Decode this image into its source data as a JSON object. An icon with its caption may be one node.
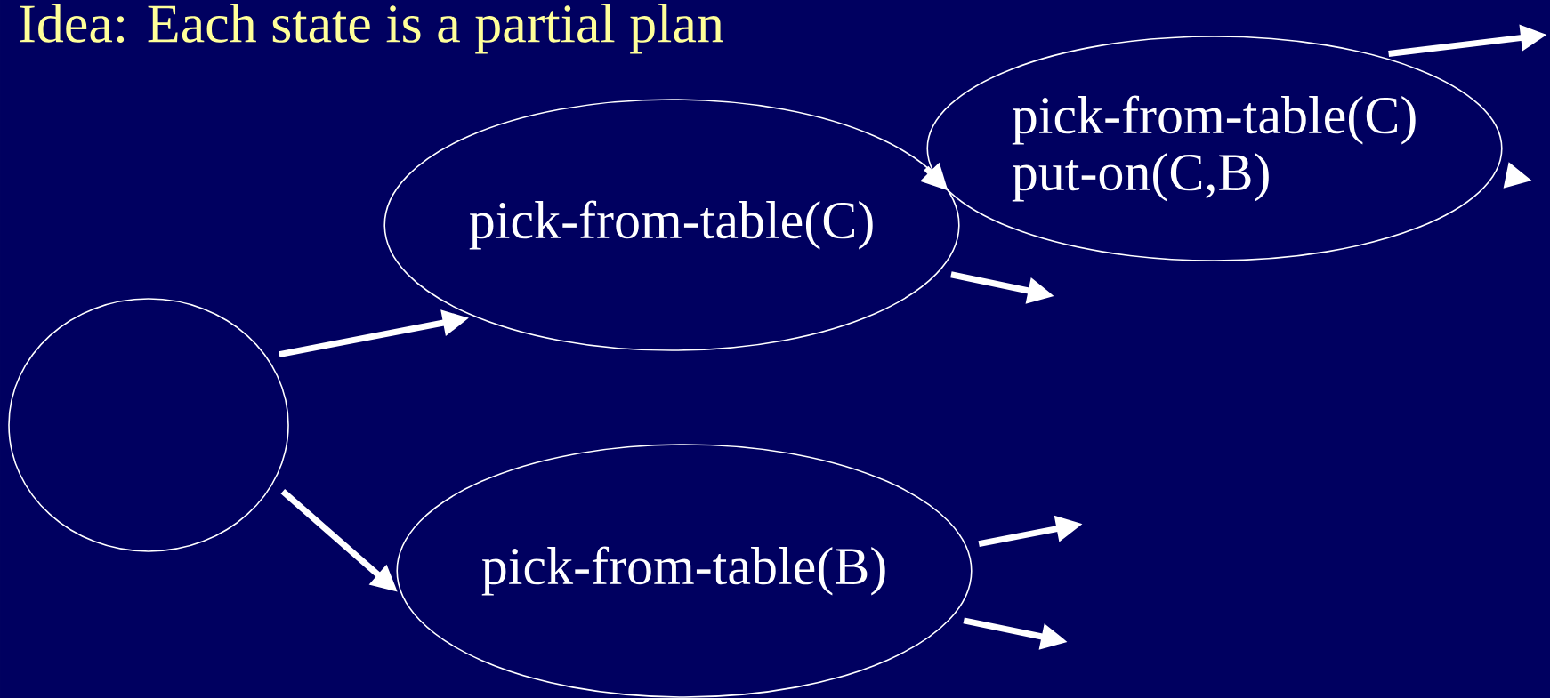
{
  "diagram": {
    "title": "Idea: Each state is a partial plan",
    "nodes": [
      {
        "text": [],
        "shape": "circle"
      },
      {
        "text": [
          "pick-from-table(C)"
        ]
      },
      {
        "text": [
          "pick-from-table(C)",
          "put-on(C,B)"
        ]
      },
      {
        "text": [
          "pick-from-table(B)"
        ]
      }
    ],
    "edges": [
      {
        "from": 0,
        "to": 1,
        "arrow": "to"
      },
      {
        "from": 0,
        "to": 3,
        "arrow": "to"
      },
      {
        "from": 1,
        "to": 2,
        "arrow": "to"
      },
      {
        "from": 1,
        "to": null,
        "arrow": "to"
      },
      {
        "from": 2,
        "to": null,
        "arrow": "to"
      },
      {
        "from": 2,
        "to": null,
        "arrow": "to"
      },
      {
        "from": 3,
        "to": null,
        "arrow": "to"
      },
      {
        "from": 3,
        "to": null,
        "arrow": "to"
      }
    ]
  }
}
